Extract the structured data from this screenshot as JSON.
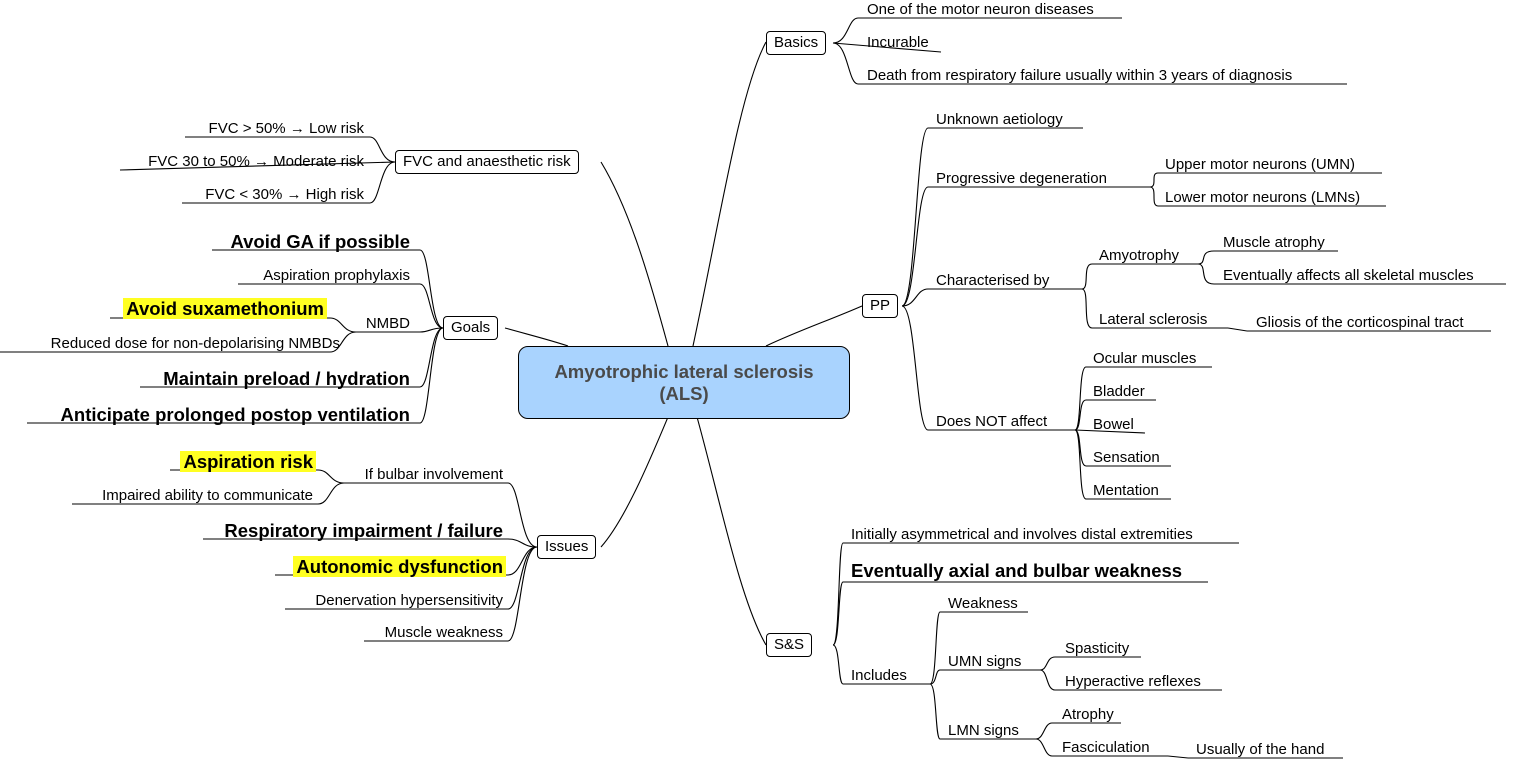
{
  "central": {
    "line1": "Amyotrophic lateral sclerosis",
    "line2": "(ALS)",
    "fill_color": "#a9d3fe"
  },
  "highlight_color": "#ffff22",
  "branches": {
    "basics": {
      "label": "Basics",
      "items": [
        "One of the motor neuron diseases",
        "Incurable",
        "Death from respiratory failure usually within 3 years of diagnosis"
      ]
    },
    "pp": {
      "label": "PP",
      "unknown": "Unknown aetiology",
      "progressive": {
        "label": "Progressive degeneration",
        "items": [
          "Upper motor neurons (UMN)",
          "Lower motor neurons (LMNs)"
        ]
      },
      "characterised": {
        "label": "Characterised by",
        "amyotrophy": {
          "label": "Amyotrophy",
          "items": [
            "Muscle atrophy",
            "Eventually affects all skeletal muscles"
          ]
        },
        "lateral": {
          "label": "Lateral sclerosis",
          "items": [
            "Gliosis of the corticospinal tract"
          ]
        }
      },
      "not_affect": {
        "label": "Does NOT affect",
        "items": [
          "Ocular muscles",
          "Bladder",
          "Bowel",
          "Sensation",
          "Mentation"
        ]
      }
    },
    "ss": {
      "label": "S&S",
      "initially": "Initially asymmetrical and involves distal extremities",
      "eventually": "Eventually axial and bulbar weakness",
      "includes": {
        "label": "Includes",
        "weakness": "Weakness",
        "umn": {
          "label": "UMN signs",
          "items": [
            "Spasticity",
            "Hyperactive reflexes"
          ]
        },
        "lmn": {
          "label": "LMN signs",
          "atrophy": "Atrophy",
          "fasciculation": "Fasciculation",
          "fasciculation_detail": "Usually of the hand"
        }
      }
    },
    "fvc": {
      "label": "FVC and anaesthetic risk",
      "items": [
        "FVC > 50% → Low risk",
        "FVC 30 to 50% → Moderate risk",
        "FVC < 30% → High risk"
      ]
    },
    "goals": {
      "label": "Goals",
      "avoid_ga": "Avoid GA if possible",
      "aspiration_prophylaxis": "Aspiration prophylaxis",
      "nmbd": {
        "label": "NMBD",
        "items": [
          "Avoid suxamethonium",
          "Reduced dose for non-depolarising NMBDs"
        ]
      },
      "preload": "Maintain preload / hydration",
      "ventilation": "Anticipate prolonged postop ventilation"
    },
    "issues": {
      "label": "Issues",
      "bulbar": {
        "label": "If bulbar involvement",
        "items": [
          "Aspiration risk",
          "Impaired ability to communicate"
        ]
      },
      "respiratory": "Respiratory impairment / failure",
      "autonomic": "Autonomic dysfunction",
      "denervation": "Denervation hypersensitivity",
      "muscle_weakness": "Muscle weakness"
    }
  }
}
